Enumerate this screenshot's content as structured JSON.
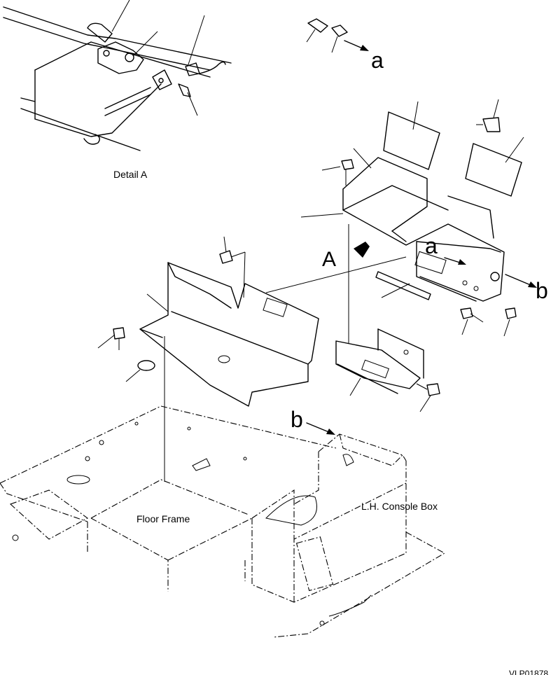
{
  "labels": {
    "detail_a": "Detail A",
    "view_a": "A",
    "ref_a_top": "a",
    "ref_a_box": "a",
    "ref_b_right": "b",
    "ref_b_console": "b",
    "floor_frame": "Floor Frame",
    "console_box": "L.H. Console Box",
    "drawing_code": "VLP01878"
  }
}
